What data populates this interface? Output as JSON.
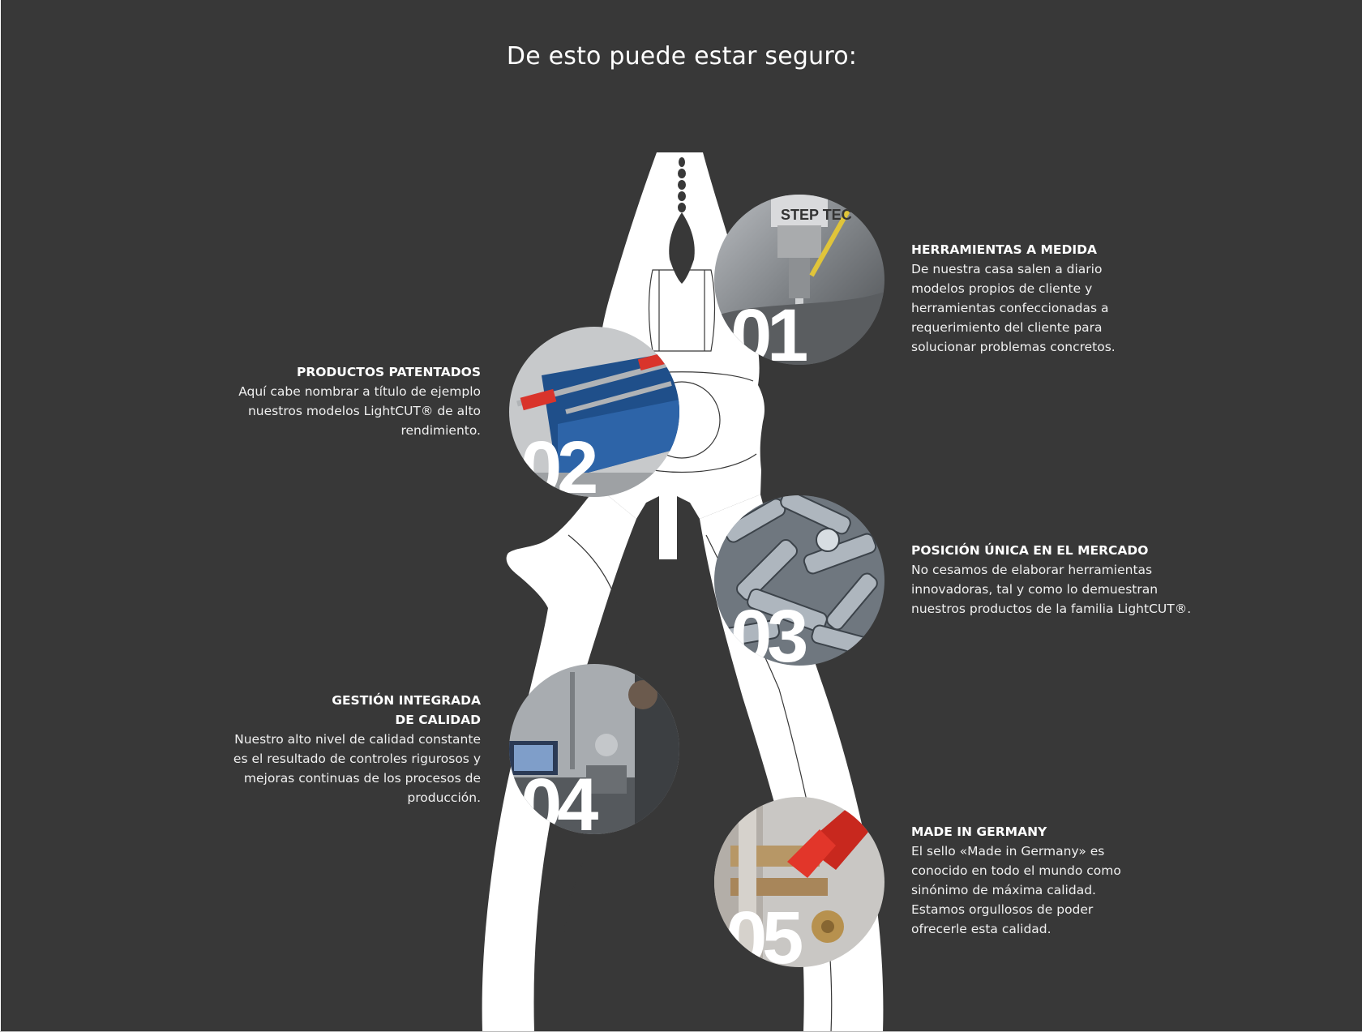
{
  "page": {
    "title": "De esto puede estar seguro:",
    "background_color": "#383838",
    "accent_color": "#ffffff"
  },
  "illustration": {
    "icon": "pliers-icon"
  },
  "features": [
    {
      "number": "01",
      "title": "HERRAMIENTAS A MEDIDA",
      "text": "De nuestra casa salen a diario\nmodelos propios de cliente y\nherramientas confeccionadas a\nrequerimiento del cliente para\nsolucionar problemas concretos.",
      "photo_label": "STEP TEC"
    },
    {
      "number": "02",
      "title": "PRODUCTOS PATENTADOS",
      "text": "Aquí cabe nombrar a título de ejemplo\nnuestros modelos LightCUT® de alto\nrendimiento."
    },
    {
      "number": "03",
      "title": "POSICIÓN ÚNICA EN EL MERCADO",
      "text": "No cesamos de elaborar herramientas\ninnovadoras, tal y como lo demuestran\nnuestros productos de la familia LightCUT®."
    },
    {
      "number": "04",
      "title": "GESTIÓN INTEGRADA\nDE CALIDAD",
      "text": "Nuestro alto nivel de calidad constante\nes el resultado de controles rigurosos y\nmejoras continuas de los procesos de\nproducción."
    },
    {
      "number": "05",
      "title": "MADE IN GERMANY",
      "text": "El sello «Made in Germany» es\nconocido en todo el mundo como\nsinónimo de máxima calidad.\nEstamos orgullosos de poder\nofrecerle esta calidad."
    }
  ]
}
